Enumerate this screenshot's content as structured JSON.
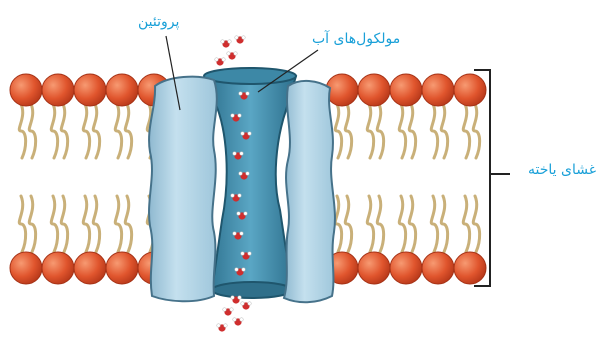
{
  "labels": {
    "protein": "پروتئین",
    "water_molecules": "مولکول‌های آب",
    "cell_membrane": "غشای یاخته"
  },
  "colors": {
    "label_text": "#1aa0d8",
    "lipid_head": "#e0552d",
    "lipid_tail": "#c9b079",
    "protein": "#a9cfe3",
    "channel": "#3d88a6",
    "water_oxygen": "#cf2e2e",
    "water_hydrogen": "#ffffff",
    "bracket": "#222222"
  }
}
